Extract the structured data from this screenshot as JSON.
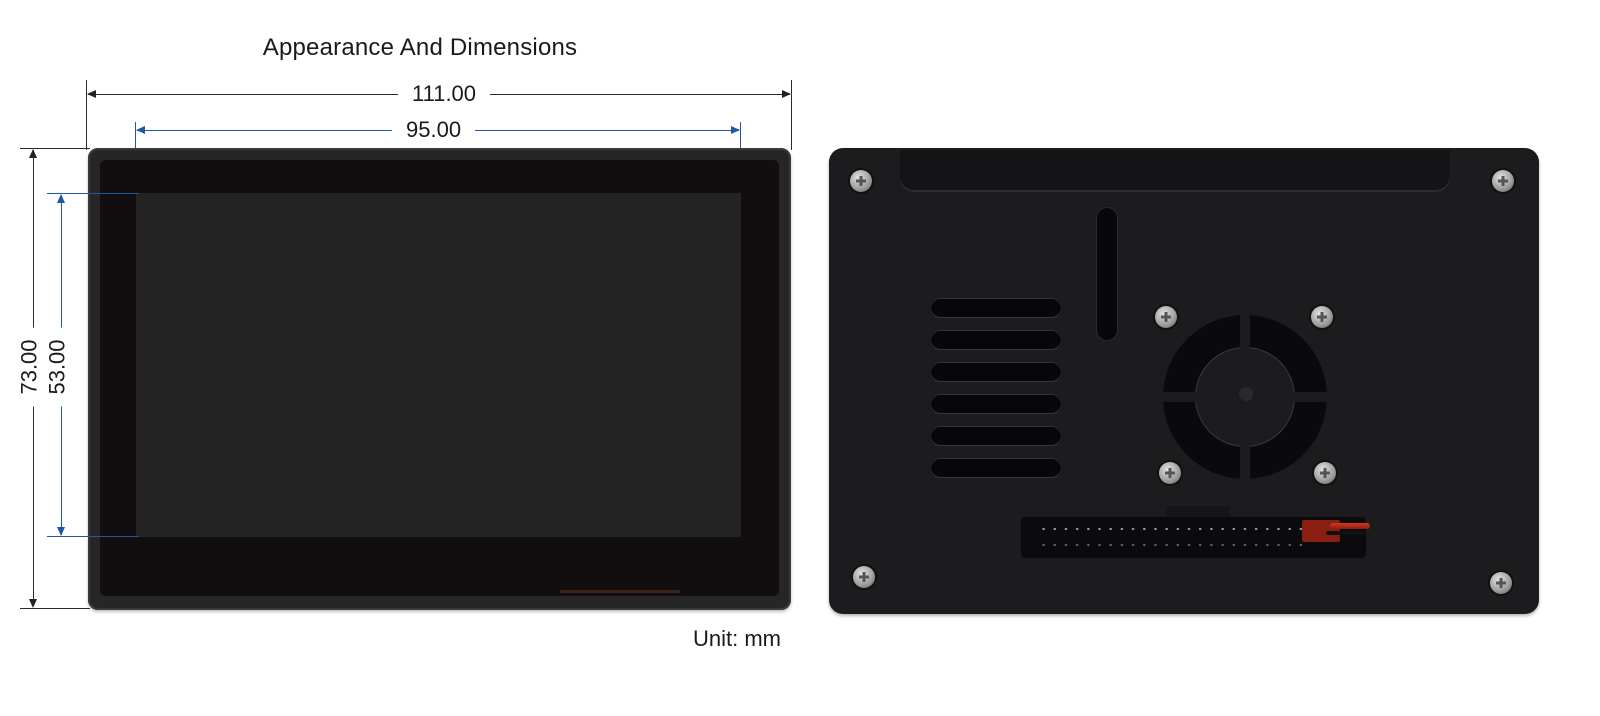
{
  "title": "Appearance And Dimensions",
  "unit_label": "Unit: mm",
  "dimensions": {
    "overall_width": "111.00",
    "display_width": "95.00",
    "overall_height": "73.00",
    "display_height": "53.00"
  },
  "views": {
    "front": "front-view",
    "back": "back-view"
  },
  "colors": {
    "dimension_line_outer": "#2b2b2b",
    "dimension_line_inner": "#1f57a3",
    "device_body": "#1c1c1e",
    "screen": "#232323"
  },
  "back_features": {
    "vent_count": 6,
    "corner_screws": 4,
    "fan_screws": 4,
    "gpio_header_pins": 40
  }
}
